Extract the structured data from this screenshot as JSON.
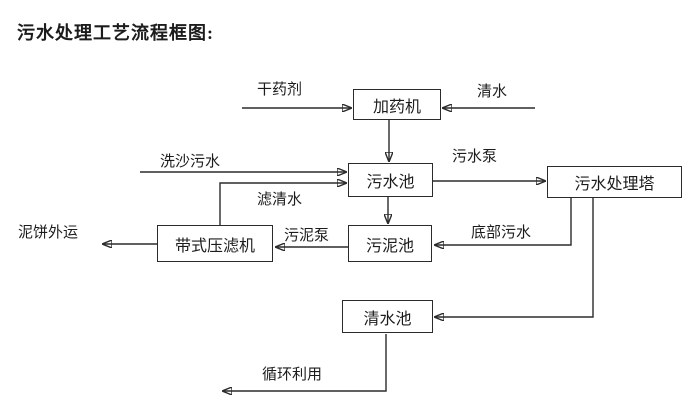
{
  "title": "污水处理工艺流程框图:",
  "colors": {
    "ink": "#2b2b2b",
    "background": "#ffffff"
  },
  "diagram": {
    "type": "flowchart",
    "nodes": [
      {
        "id": "dosing-machine",
        "label": "加药机"
      },
      {
        "id": "sewage-pool",
        "label": "污水池"
      },
      {
        "id": "sewage-treatment-tower",
        "label": "污水处理塔"
      },
      {
        "id": "belt-filter-press",
        "label": "带式压滤机"
      },
      {
        "id": "sludge-pool",
        "label": "污泥池"
      },
      {
        "id": "clean-water-pool",
        "label": "清水池"
      }
    ],
    "labels": [
      {
        "id": "dry-chemical",
        "label": "干药剂"
      },
      {
        "id": "clean-water",
        "label": "清水"
      },
      {
        "id": "sand-washing-sewage",
        "label": "洗沙污水"
      },
      {
        "id": "sewage-pump",
        "label": "污水泵"
      },
      {
        "id": "filtered-water",
        "label": "滤清水"
      },
      {
        "id": "sludge-pump",
        "label": "污泥泵"
      },
      {
        "id": "bottom-sewage",
        "label": "底部污水"
      },
      {
        "id": "mud-cake-out",
        "label": "泥饼外运"
      },
      {
        "id": "recycling",
        "label": "循环利用"
      }
    ],
    "edges": [
      {
        "from": "干药剂",
        "to": "加药机",
        "label": ""
      },
      {
        "from": "清水",
        "to": "加药机",
        "label": ""
      },
      {
        "from": "加药机",
        "to": "污水池",
        "label": ""
      },
      {
        "from": "洗沙污水",
        "to": "污水池",
        "label": ""
      },
      {
        "from": "带式压滤机",
        "to": "污水池",
        "label": "滤清水"
      },
      {
        "from": "污水池",
        "to": "污水处理塔",
        "label": "污水泵"
      },
      {
        "from": "污水池",
        "to": "污泥池",
        "label": ""
      },
      {
        "from": "污水处理塔",
        "to": "污泥池",
        "label": "底部污水"
      },
      {
        "from": "污水处理塔",
        "to": "清水池",
        "label": ""
      },
      {
        "from": "污泥池",
        "to": "带式压滤机",
        "label": "污泥泵"
      },
      {
        "from": "带式压滤机",
        "to": "泥饼外运",
        "label": ""
      },
      {
        "from": "清水池",
        "to": "循环利用",
        "label": ""
      }
    ]
  }
}
